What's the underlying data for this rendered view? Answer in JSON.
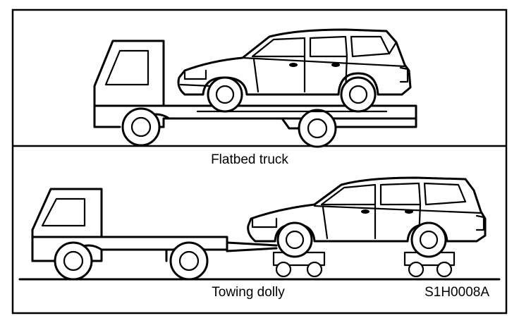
{
  "captions": {
    "flatbed": "Flatbed truck",
    "dolly": "Towing dolly"
  },
  "figure_code": "S1H0008A"
}
